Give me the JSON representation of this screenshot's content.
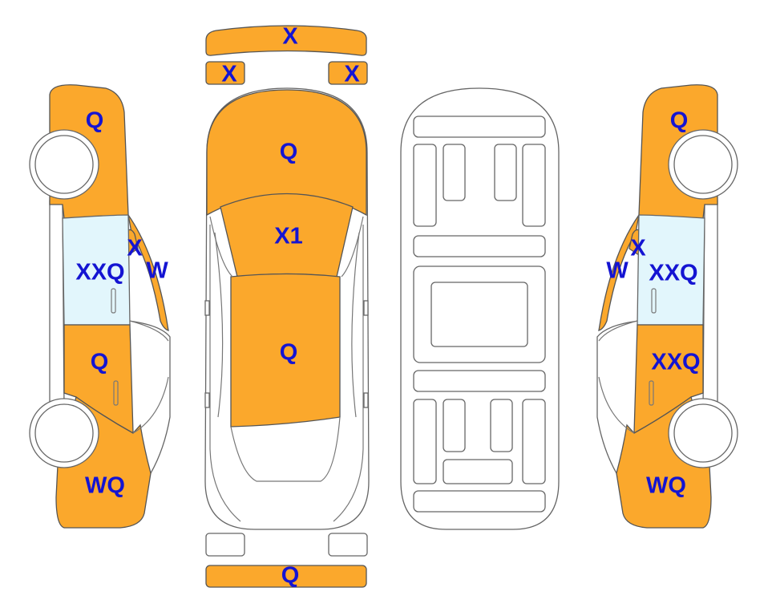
{
  "colors": {
    "damaged_panel": "#fba82c",
    "glass": "#e2f6fc",
    "label": "#1414d2"
  },
  "labels": {
    "front_bumper": "X",
    "front_left_light": "X",
    "front_right_light": "X",
    "hood": "Q",
    "windshield": "X1",
    "roof": "Q",
    "rear_bumper": "Q",
    "left_front_fender": "Q",
    "left_pillar": "X",
    "left_front_door": "XXQ",
    "left_mirror": "W",
    "left_rear_door": "Q",
    "left_rear_quarter": "WQ",
    "right_front_fender": "Q",
    "right_pillar": "X",
    "right_mirror": "W",
    "right_front_door": "XXQ",
    "right_rear_door": "XXQ",
    "right_rear_quarter": "WQ"
  }
}
